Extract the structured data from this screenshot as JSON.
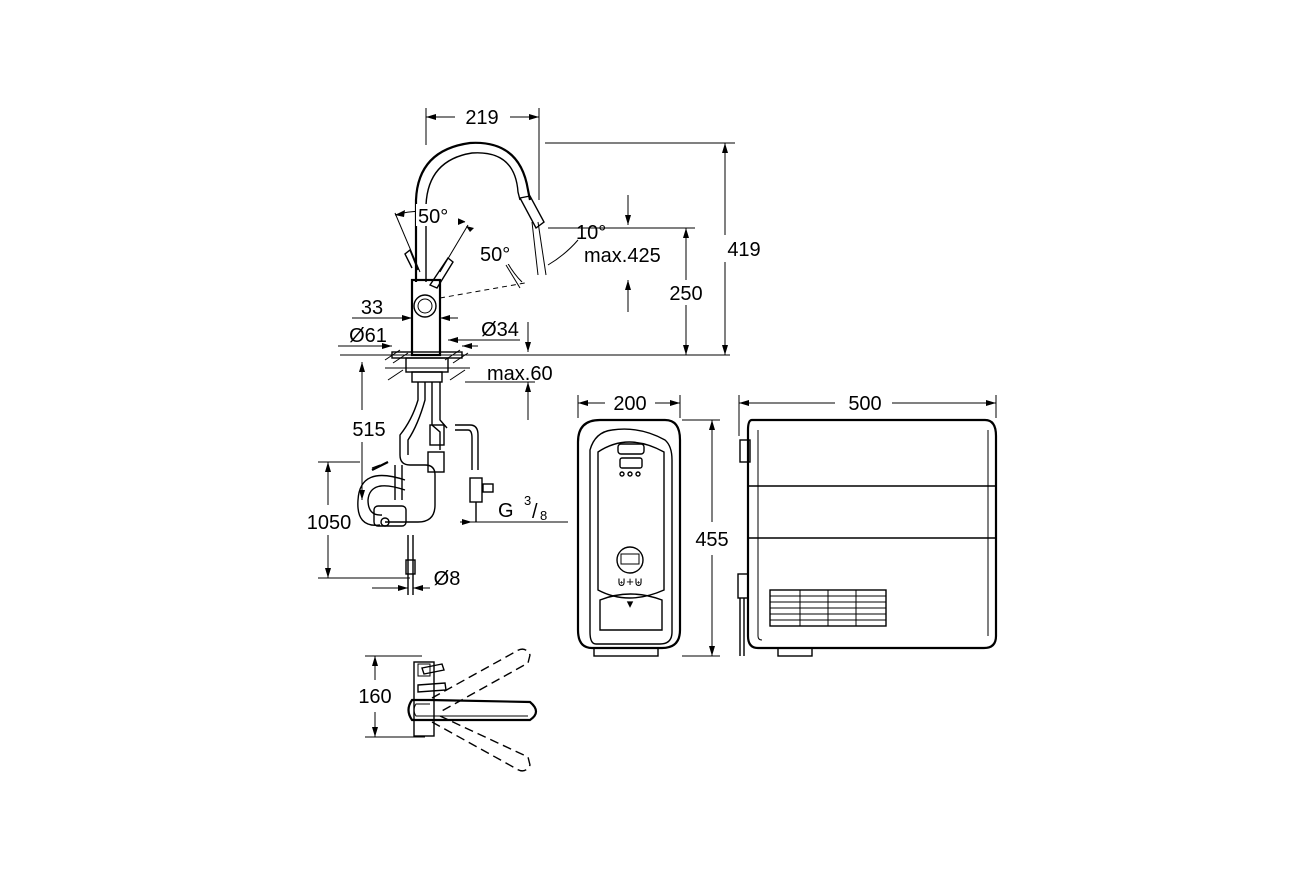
{
  "dimensions": {
    "width_219": "219",
    "height_419": "419",
    "angle_50a": "50°",
    "angle_50b": "50°",
    "angle_10": "10°",
    "max_425": "max.425",
    "height_250": "250",
    "d_33": "33",
    "dia_61": "Ø61",
    "dia_34": "Ø34",
    "max_60": "max.60",
    "hose_515": "515",
    "hose_1050": "1050",
    "thread_g": "G",
    "thread_num": "3",
    "thread_den": "8",
    "dia_8": "Ø8",
    "swivel_160": "160",
    "boiler_width": "200",
    "boiler_height": "455",
    "boiler_depth": "500"
  },
  "colors": {
    "line": "#000000",
    "background": "#ffffff"
  }
}
